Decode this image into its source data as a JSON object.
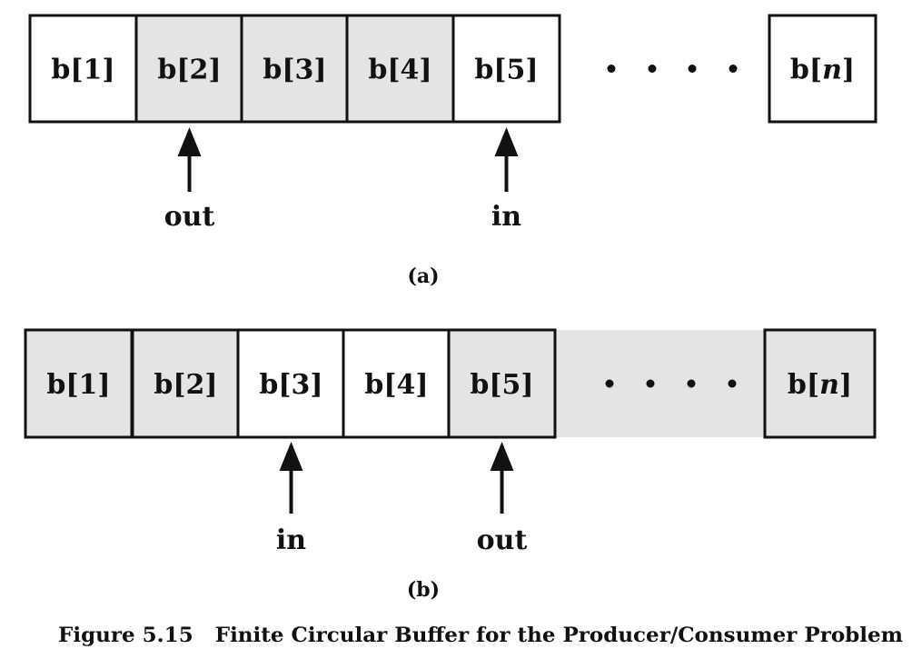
{
  "colors": {
    "filled_cell": "#e4e4e4",
    "empty_cell": "#ffffff",
    "border": "#111111",
    "text": "#111111"
  },
  "panel_a": {
    "sub_label": "(a)",
    "cells": [
      {
        "pre": "b[",
        "idx": "1",
        "post": "]",
        "italic": false,
        "filled": false
      },
      {
        "pre": "b[",
        "idx": "2",
        "post": "]",
        "italic": false,
        "filled": true
      },
      {
        "pre": "b[",
        "idx": "3",
        "post": "]",
        "italic": false,
        "filled": true
      },
      {
        "pre": "b[",
        "idx": "4",
        "post": "]",
        "italic": false,
        "filled": true
      },
      {
        "pre": "b[",
        "idx": "5",
        "post": "]",
        "italic": false,
        "filled": false
      }
    ],
    "ellipsis_filled": false,
    "last_cell": {
      "pre": "b[",
      "idx": "n",
      "post": "]",
      "italic": true,
      "filled": false
    },
    "pointers": [
      {
        "label": "out",
        "cell_index": 1
      },
      {
        "label": "in",
        "cell_index": 4
      }
    ]
  },
  "panel_b": {
    "sub_label": "(b)",
    "cells": [
      {
        "pre": "b[",
        "idx": "1",
        "post": "]",
        "italic": false,
        "filled": true
      },
      {
        "pre": "b[",
        "idx": "2",
        "post": "]",
        "italic": false,
        "filled": true
      },
      {
        "pre": "b[",
        "idx": "3",
        "post": "]",
        "italic": false,
        "filled": false
      },
      {
        "pre": "b[",
        "idx": "4",
        "post": "]",
        "italic": false,
        "filled": false
      },
      {
        "pre": "b[",
        "idx": "5",
        "post": "]",
        "italic": false,
        "filled": true
      }
    ],
    "ellipsis_filled": true,
    "last_cell": {
      "pre": "b[",
      "idx": "n",
      "post": "]",
      "italic": true,
      "filled": true
    },
    "pointers": [
      {
        "label": "in",
        "cell_index": 2
      },
      {
        "label": "out",
        "cell_index": 4
      }
    ]
  },
  "caption": "Figure 5.15   Finite Circular Buffer for the Producer/Consumer Problem"
}
